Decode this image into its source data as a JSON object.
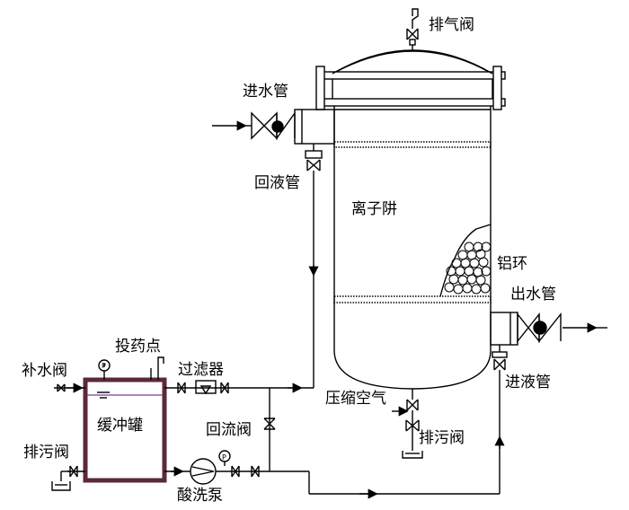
{
  "labels": {
    "vent_valve": "排气阀",
    "inlet_pipe": "进水管",
    "return_pipe": "回液管",
    "ion_trap": "离子阱",
    "aluminum_ring": "铝环",
    "outlet_pipe": "出水管",
    "liquid_inlet_pipe": "进液管",
    "compressed_air": "压缩空气",
    "drain_valve_right": "排污阀",
    "makeup_valve": "补水阀",
    "dosing_point": "投药点",
    "filter": "过滤器",
    "buffer_tank": "缓冲罐",
    "return_valve": "回流阀",
    "drain_valve_left": "排污阀",
    "pickling_pump": "酸洗泵"
  },
  "colors": {
    "line": "#000000",
    "tank_border": "#5a2a3a",
    "liquid_level": "#7a3a9a"
  },
  "icons": {
    "pressure_gauge": "P",
    "pump_gauge": "P"
  }
}
